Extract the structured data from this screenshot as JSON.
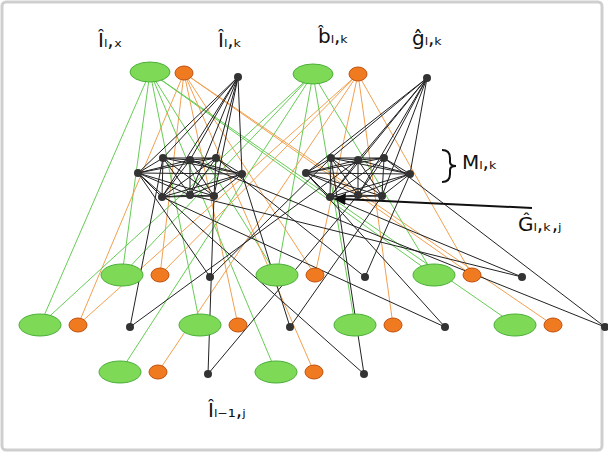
{
  "diagram": {
    "labels": [
      "Îₗ,ₓ",
      "Îₗ,ₖ",
      "b̂ₗ,ₖ",
      "ĝₗ,ₖ",
      "Mₗ,ₖ",
      "Ĝₗ,ₖ,ⱼ",
      "Îₗ₋₁,ⱼ"
    ]
  }
}
